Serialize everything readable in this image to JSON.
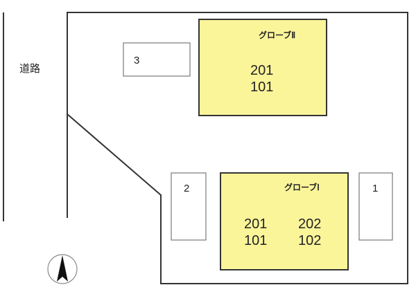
{
  "road_label": "道路",
  "buildings": [
    {
      "name": "グローブⅡ",
      "units": [
        "201",
        "101"
      ]
    },
    {
      "name": "グローブⅠ",
      "units_left": [
        "201",
        "101"
      ],
      "units_right": [
        "202",
        "102"
      ]
    }
  ],
  "parking": [
    "3",
    "2",
    "1"
  ],
  "colors": {
    "building_fill": "#fbf59a",
    "building_border": "#333333",
    "line": "#333333",
    "parking_border": "#777777"
  },
  "compass": "north-arrow-icon"
}
